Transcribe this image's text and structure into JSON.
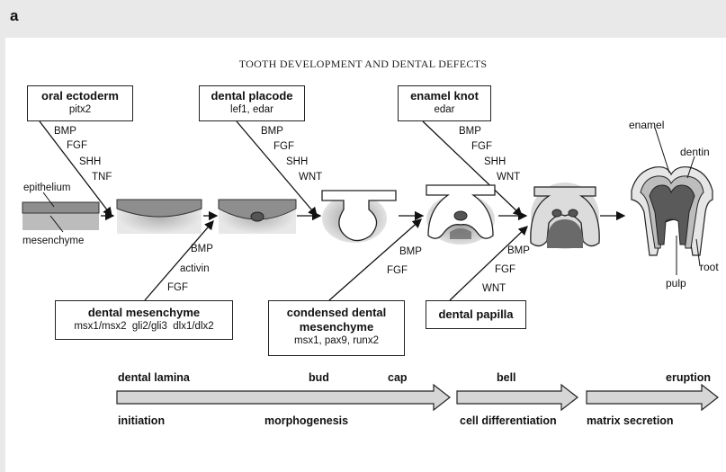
{
  "panel_letter": "a",
  "running_title": "TOOTH DEVELOPMENT AND DENTAL DEFECTS",
  "boxes": {
    "oral_ectoderm": {
      "title": "oral ectoderm",
      "genes": "pitx2"
    },
    "dental_placode": {
      "title": "dental placode",
      "genes": "lef1, edar"
    },
    "enamel_knot": {
      "title": "enamel knot",
      "genes": "edar"
    },
    "dental_mesenchyme": {
      "title": "dental mesenchyme",
      "genes": "msx1/msx2  gli2/gli3  dlx1/dlx2"
    },
    "condensed_mesenchyme": {
      "title_line1": "condensed dental",
      "title_line2": "mesenchyme",
      "genes": "msx1, pax9, runx2"
    },
    "dental_papilla": {
      "title": "dental papilla"
    }
  },
  "signals": {
    "oral_ectoderm": [
      "BMP",
      "FGF",
      "SHH",
      "TNF"
    ],
    "dental_placode": [
      "BMP",
      "FGF",
      "SHH",
      "WNT"
    ],
    "enamel_knot": [
      "BMP",
      "FGF",
      "SHH",
      "WNT"
    ],
    "dental_mesenchyme": [
      "BMP",
      "activin",
      "FGF"
    ],
    "condensed_mesenchyme": [
      "BMP",
      "FGF"
    ],
    "dental_papilla": [
      "BMP",
      "FGF",
      "WNT"
    ]
  },
  "tissue_labels": {
    "epithelium": "epithelium",
    "mesenchyme": "mesenchyme",
    "enamel": "enamel",
    "dentin": "dentin",
    "root": "root",
    "pulp": "pulp"
  },
  "stages_top": {
    "dental_lamina": "dental lamina",
    "bud": "bud",
    "cap": "cap",
    "bell": "bell",
    "eruption": "eruption"
  },
  "stages_bottom": {
    "initiation": "initiation",
    "morphogenesis": "morphogenesis",
    "cell_differentiation": "cell differentiation",
    "matrix_secretion": "matrix secretion"
  },
  "colors": {
    "arrow_fill": "#d6d6d6",
    "tissue_gray": "#9a9a9a",
    "tissue_light": "#cfcfcf",
    "tissue_dark": "#555555"
  }
}
